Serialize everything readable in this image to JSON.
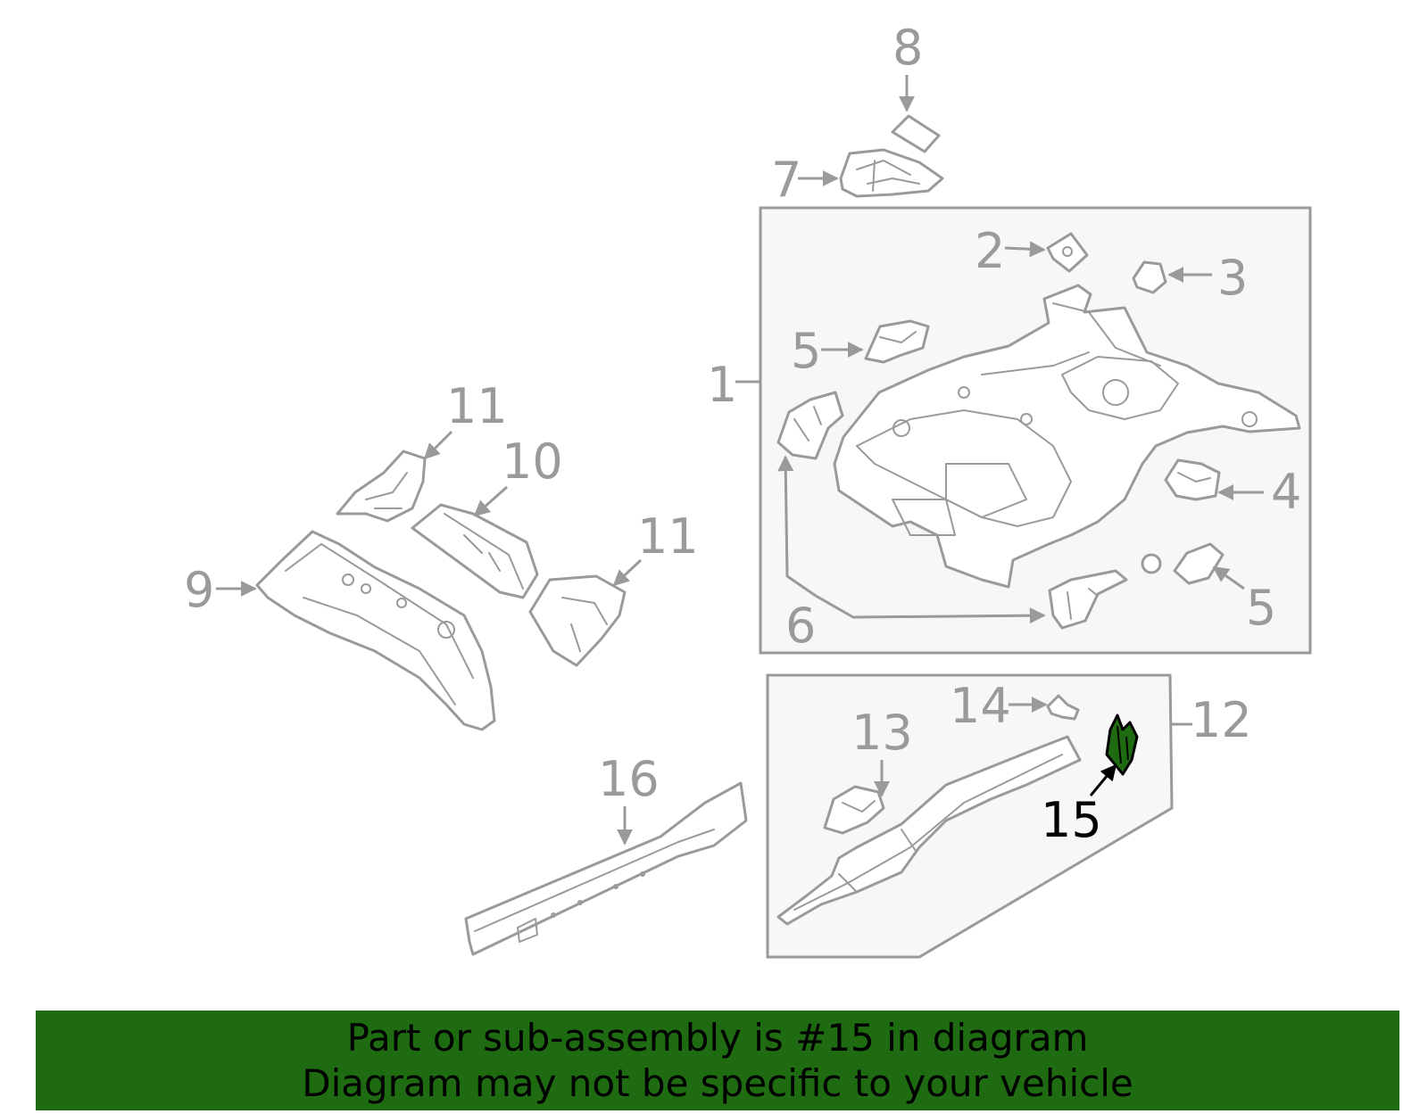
{
  "callouts": [
    "1",
    "2",
    "3",
    "4",
    "5",
    "5",
    "6",
    "7",
    "8",
    "9",
    "10",
    "11",
    "11",
    "12",
    "13",
    "14",
    "15",
    "16"
  ],
  "highlighted_part": "15",
  "colors": {
    "highlight": "#1e6b12",
    "line": "#9a9a9a",
    "panel": "#f7f7f7"
  },
  "banner": {
    "line1": "Part or sub-assembly is #15 in diagram",
    "line2": "Diagram may not be specific to your vehicle"
  }
}
